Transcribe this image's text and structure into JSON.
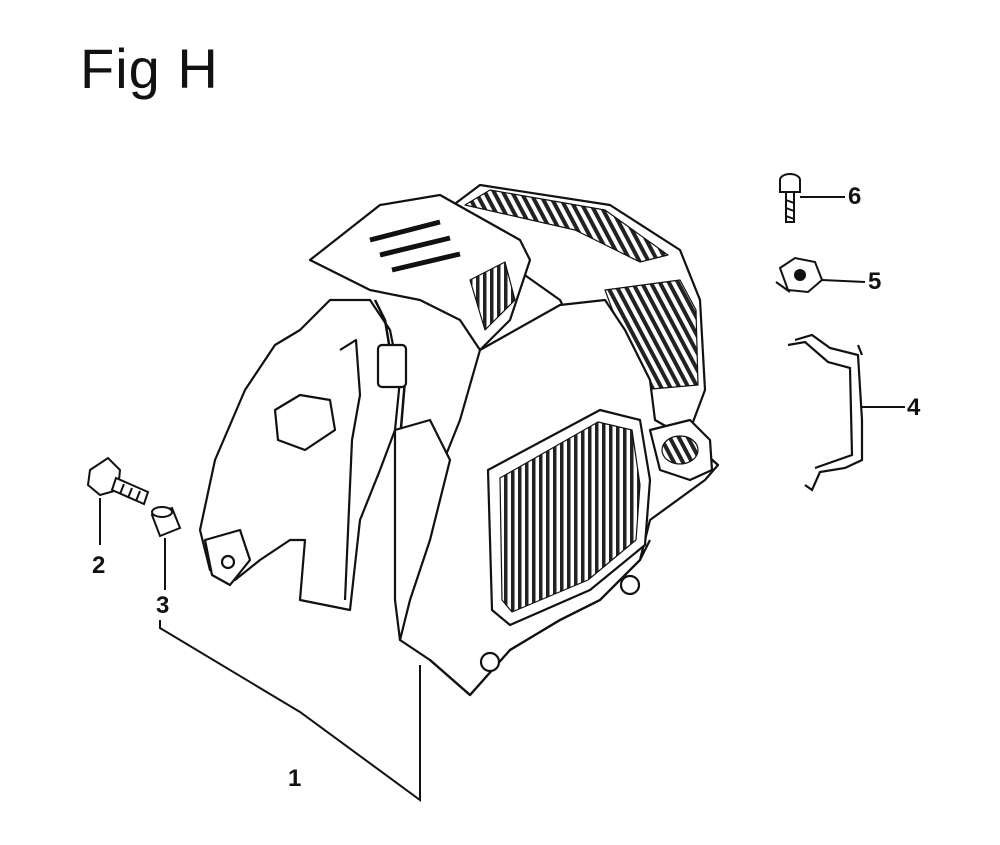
{
  "figure": {
    "title": "Fig H"
  },
  "callouts": [
    {
      "id": "1",
      "label": "1"
    },
    {
      "id": "2",
      "label": "2"
    },
    {
      "id": "3",
      "label": "3"
    },
    {
      "id": "4",
      "label": "4"
    },
    {
      "id": "5",
      "label": "5"
    },
    {
      "id": "6",
      "label": "6"
    }
  ],
  "colors": {
    "ink": "#111111",
    "paper": "#ffffff",
    "fin_shade": "#333333"
  }
}
